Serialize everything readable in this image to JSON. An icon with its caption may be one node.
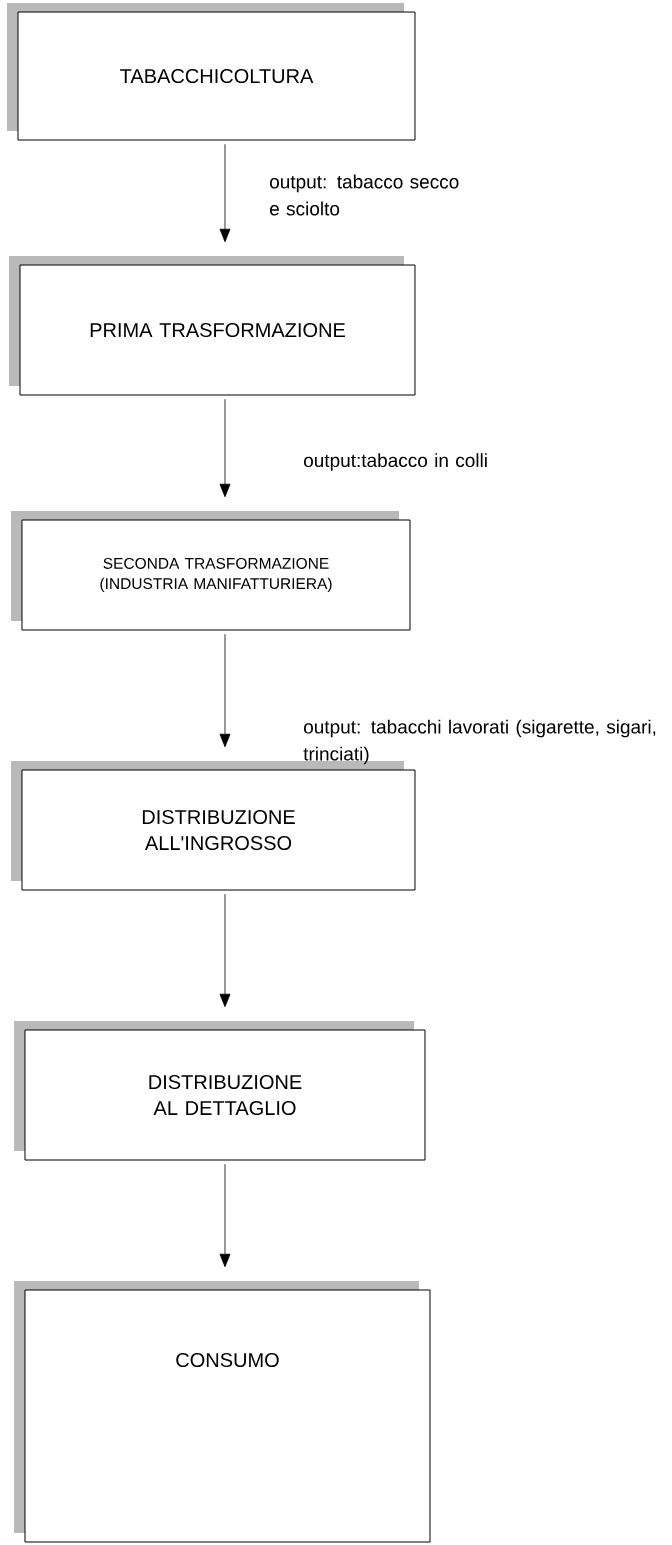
{
  "diagram": {
    "nodes": [
      {
        "text": [
          "TABACCHICOLTURA"
        ]
      },
      {
        "text": [
          "PRIMA TRASFORMAZIONE"
        ]
      },
      {
        "text": [
          "SECONDA TRASFORMAZIONE (INDUSTRIA MANIFATTURIERA)"
        ]
      },
      {
        "text": [
          "DISTRIBUZIONE ALL'INGROSSO"
        ]
      },
      {
        "text": [
          "DISTRIBUZIONE AL DETTAGLIO"
        ]
      },
      {
        "text": [
          "CONSUMO"
        ]
      }
    ],
    "edges": [
      {
        "from": 0,
        "to": 1,
        "arrow": "to",
        "label": "output: tabacco secco e sciolto"
      },
      {
        "from": 1,
        "to": 2,
        "arrow": "to",
        "label": "output:tabacco in colli"
      },
      {
        "from": 2,
        "to": 3,
        "arrow": "to",
        "label": "output: tabacchi lavorati (sigarette, sigari, trinciati)"
      },
      {
        "from": 3,
        "to": 4,
        "arrow": "to"
      },
      {
        "from": 4,
        "to": 5,
        "arrow": "to"
      }
    ]
  }
}
